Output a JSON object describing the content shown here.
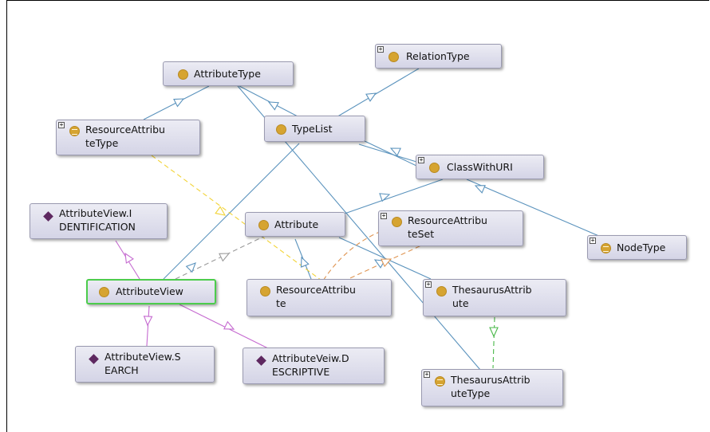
{
  "nodes": {
    "attribute_type": {
      "label": "AttributeType"
    },
    "relation_type": {
      "label": "RelationType"
    },
    "resource_attribute_type": {
      "label": "ResourceAttribu\nteType"
    },
    "type_list": {
      "label": "TypeList"
    },
    "class_with_uri": {
      "label": "ClassWithURI"
    },
    "attribute_view_identification": {
      "label": "AttributeView.I\nDENTIFICATION"
    },
    "attribute": {
      "label": "Attribute"
    },
    "resource_attribute_set": {
      "label": "ResourceAttribu\nteSet"
    },
    "node_type": {
      "label": "NodeType"
    },
    "attribute_view": {
      "label": "AttributeView"
    },
    "resource_attribute": {
      "label": "ResourceAttribu\nte"
    },
    "thesaurus_attribute": {
      "label": "ThesaurusAttrib\nute"
    },
    "attribute_view_search": {
      "label": "AttributeView.S\nEARCH"
    },
    "attribute_view_descriptive": {
      "label": "AttributeVeiw.D\nESCRIPTIVE"
    },
    "thesaurus_attribute_type": {
      "label": "ThesaurusAttrib\nuteType"
    }
  },
  "colors": {
    "subclass_edge": "#5b93bd",
    "instance_edge": "#c56ad0",
    "yellow_dashed": "#f2d335",
    "gray_dashed": "#9a9a9a",
    "orange_dashed": "#df9451",
    "green_dashed": "#49b849",
    "class_dot": "#d6a431",
    "individual_diamond": "#5e2860"
  }
}
